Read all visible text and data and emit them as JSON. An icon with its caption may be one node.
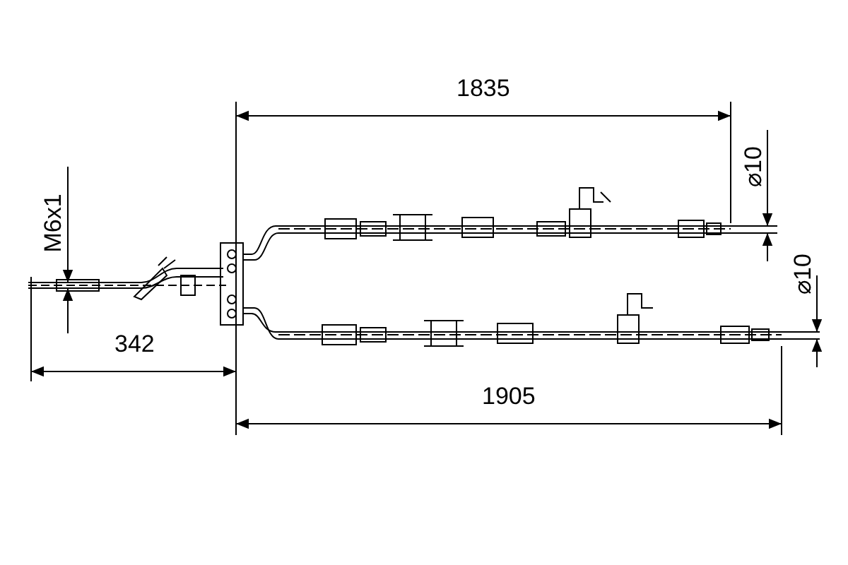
{
  "diagram": {
    "labels": [
      "1835",
      "⌀10",
      "M6x1",
      "⌀10",
      "342",
      "1905"
    ]
  }
}
